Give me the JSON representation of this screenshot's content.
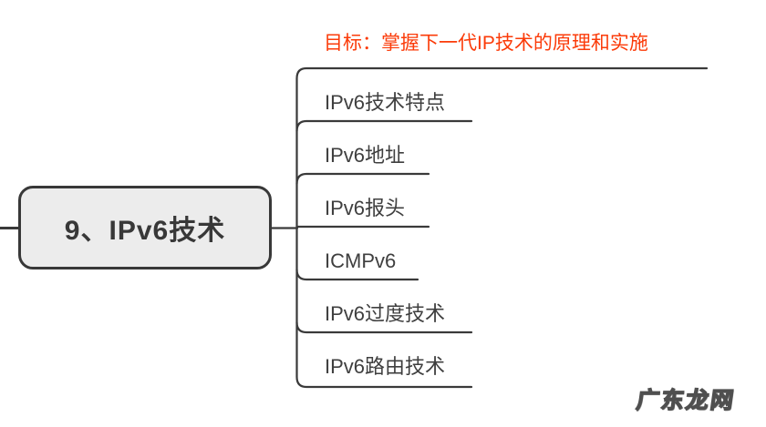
{
  "diagram": {
    "type": "mindmap",
    "root": {
      "label": "9、IPv6技术"
    },
    "goal": {
      "label": "目标：掌握下一代IP技术的原理和实施"
    },
    "branches": [
      {
        "label": "IPv6技术特点"
      },
      {
        "label": "IPv6地址"
      },
      {
        "label": "IPv6报头"
      },
      {
        "label": "ICMPv6"
      },
      {
        "label": "IPv6过度技术"
      },
      {
        "label": "IPv6路由技术"
      }
    ]
  },
  "watermark": {
    "text": "广东龙网"
  },
  "colors": {
    "line": "#3a3a3a",
    "node_fill": "#ececec",
    "node_border": "#383838",
    "branch_text": "#3f3f3f",
    "goal_text": "#fb3b09",
    "background": "#ffffff",
    "watermark_outline": "#4f4f4f"
  }
}
